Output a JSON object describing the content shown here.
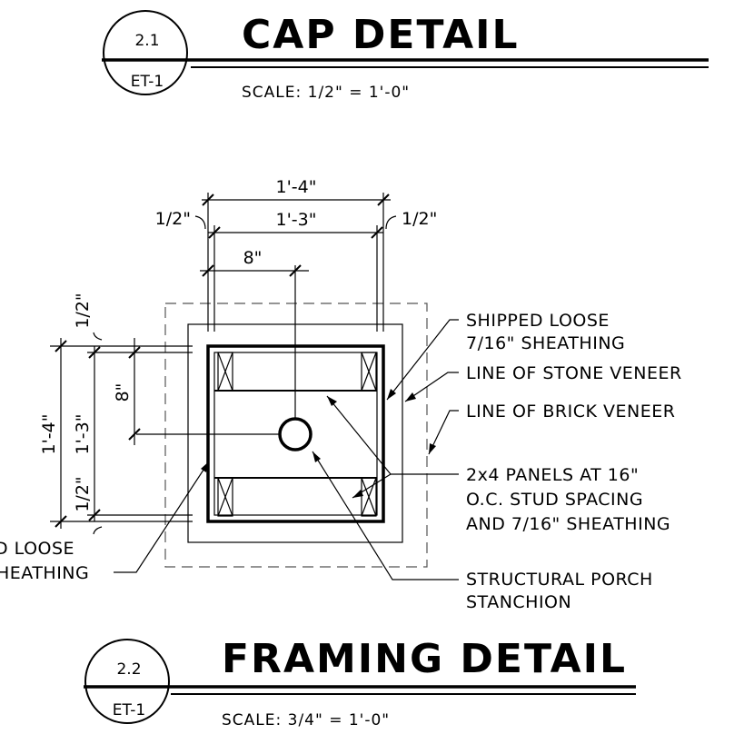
{
  "cap_detail": {
    "title": "CAP DETAIL",
    "scale": "SCALE: 1/2\" = 1'-0\"",
    "detail_number": "2.1",
    "sheet": "ET-1"
  },
  "framing_detail": {
    "title": "FRAMING DETAIL",
    "scale": "SCALE: 3/4\" = 1'-0\"",
    "detail_number": "2.2",
    "sheet": "ET-1"
  },
  "dimensions": {
    "top_overall": "1'-4\"",
    "top_inner": "1'-3\"",
    "top_left_half": "1/2\"",
    "top_right_half": "1/2\"",
    "top_offset": "8\"",
    "left_overall": "1'-4\"",
    "left_inner": "1'-3\"",
    "left_top_half": "1/2\"",
    "left_bottom_half": "1/2\"",
    "left_offset": "8\""
  },
  "notes": {
    "shipped_loose_right": [
      "SHIPPED LOOSE",
      "7/16\" SHEATHING"
    ],
    "stone_veneer": "LINE OF STONE VENEER",
    "brick_veneer": "LINE OF BRICK VENEER",
    "panels": [
      "2x4 PANELS AT 16\"",
      "O.C. STUD SPACING",
      "AND 7/16\" SHEATHING"
    ],
    "stanchion": [
      "STRUCTURAL PORCH",
      "STANCHION"
    ],
    "shipped_loose_left": [
      "D LOOSE",
      "HEATHING"
    ]
  }
}
